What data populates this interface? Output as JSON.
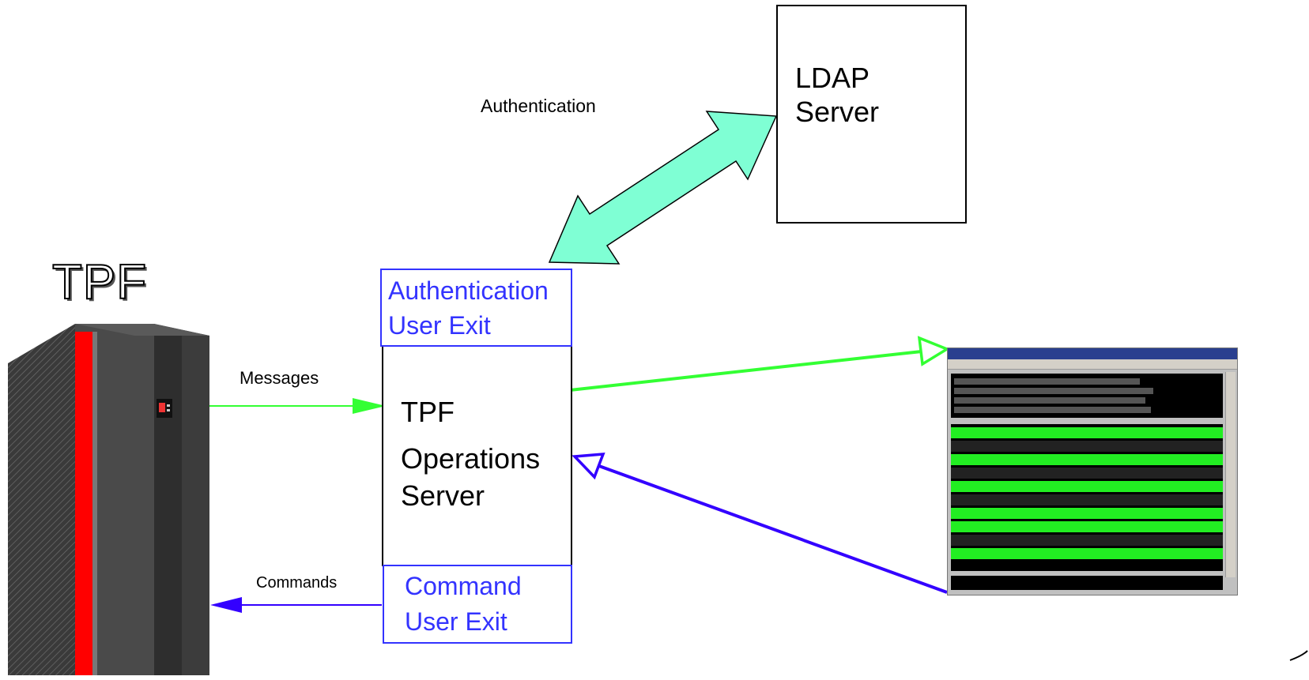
{
  "tpf": {
    "title": "TPF"
  },
  "ldap": {
    "line1": "LDAP",
    "line2": "Server"
  },
  "server": {
    "line1": "TPF",
    "line2": "Operations",
    "line3": "Server"
  },
  "auth_exit": {
    "line1": "Authentication",
    "line2": "User Exit"
  },
  "cmd_exit": {
    "line1": "Command",
    "line2": "User Exit"
  },
  "labels": {
    "authentication": "Authentication",
    "messages": "Messages",
    "commands": "Commands"
  },
  "colors": {
    "green_arrow": "#33ff33",
    "blue_arrow": "#3300ff",
    "auth_arrow_fill": "#7fffd4",
    "exit_border": "#3333ff",
    "rack_stripe": "#ff0000"
  },
  "icons": [
    "mainframe-rack-icon",
    "console-window-icon"
  ]
}
